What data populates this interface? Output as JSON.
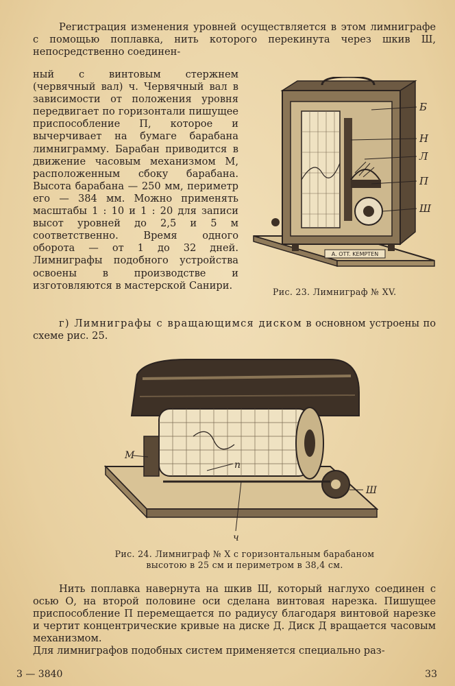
{
  "intro_text": "Регистрация изменения уровней осуществляется в этом лимниграфе с помощью поплавка, нить которого перекинута через шкив Ш, непосредственно соединенный с винтовым стержнем (червячный вал) ч. Червячный вал в зависимости от положения уровня передвигает по горизонтали пишущее приспособление П, которое и вычерчивает на бумаге барабана лимниграмму. Барабан приводится в движение часовым механизмом М, расположенным сбоку барабана. Высота барабана — 250 мм, периметр его — 384 мм. Можно применять масштабы 1 : 10 и 1 : 20 для записи высот уровней до 2,5 и 5 м соответственно. Время одного оборота — от 1 до 32 дней. Лимниграфы подобного устройства освоены в производстве и изготовляются в мастерской Санири.",
  "intro_first": "Регистрация изменения уровней осуществляется в этом лимниграфе с помощью поплавка, нить которого перекинута через шкив Ш, непосредственно соединен-",
  "intro_wrap": "ный с винтовым стержнем (червячный вал) ч. Червячный вал в зависимости от положения уровня передвигает по горизонтали пишущее приспособление П, которое и вычерчивает на бумаге барабана лимниграмму. Барабан приводится в движение часовым механизмом М, расположенным сбоку барабана. Высота барабана — 250 мм, периметр его — 384 мм. Можно применять масштабы 1 : 10 и 1 : 20 для записи высот уровней до 2,5 и 5 м соответственно. Время одного оборота — от 1 до 32 дней. Лимниграфы подобного устройства освоены в производстве и изготовляются в мастерской Санири.",
  "para_g_lead": "г) Лимниграфы с вращающимся диском",
  "para_g_rest": " в основном устроены по схеме рис. 25.",
  "figure23": {
    "caption": "Рис. 23. Лимниграф № XV.",
    "plate_text": "A. OTT. KEMPTEN",
    "labels": {
      "b": "Б",
      "n": "Н",
      "l": "Л",
      "p": "П",
      "sh": "Ш"
    }
  },
  "figure24": {
    "caption": "Рис. 24. Лимниграф № X с горизонтальным барабаном высотою в 25 см и периметром в 38,4 см.",
    "labels": {
      "m": "М",
      "p": "п",
      "sh": "Ш",
      "ch": "ч"
    }
  },
  "bottom_text": "Нить поплавка навернута на шкив Ш, который наглухо соединен с осью О, на второй половине оси сделана винтовая нарезка. Пишущее приспособление П перемещается по радиусу благодаря винтовой нарезке и чертит концентрические кривые на диске Д. Диск Д вращается часовым механизмом.",
  "bottom_text_2": "Для лимниграфов подобных систем применяется специально раз-",
  "footer": {
    "signature": "3 — 3840",
    "page_number": "33"
  }
}
